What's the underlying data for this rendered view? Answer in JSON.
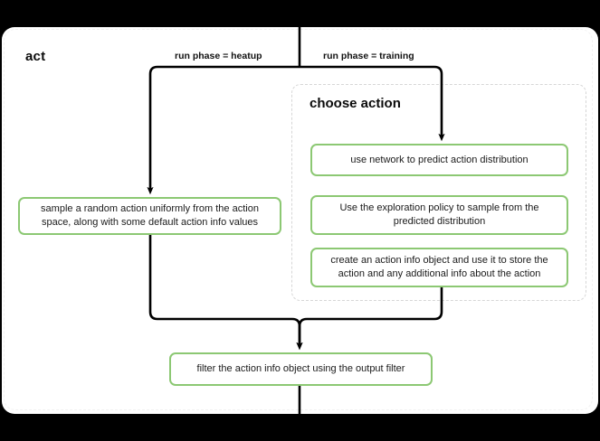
{
  "diagram": {
    "type": "flowchart",
    "direction": "top-to-bottom",
    "clusters": [
      {
        "id": "act",
        "label": "act"
      },
      {
        "id": "choose_action",
        "label": "choose action"
      }
    ],
    "nodes": [
      {
        "id": "sample_random",
        "label": "sample a random action uniformly from the action space, along with some default action info values",
        "shape": "rounded-rect",
        "border_color": "#8cc873",
        "fill": "#ffffff",
        "cluster": "act"
      },
      {
        "id": "use_network",
        "label": "use network to predict action distribution",
        "shape": "rounded-rect",
        "border_color": "#8cc873",
        "fill": "#ffffff",
        "cluster": "choose_action"
      },
      {
        "id": "exploration_policy",
        "label": "Use the exploration policy to sample from the predicted distribution",
        "shape": "rounded-rect",
        "border_color": "#8cc873",
        "fill": "#ffffff",
        "cluster": "choose_action"
      },
      {
        "id": "create_action_info",
        "label": "create an action info object and use it to store the action and any additional info about the action",
        "shape": "rounded-rect",
        "border_color": "#8cc873",
        "fill": "#ffffff",
        "cluster": "choose_action"
      },
      {
        "id": "filter_action_info",
        "label": "filter the action info object using the output filter",
        "shape": "rounded-rect",
        "border_color": "#8cc873",
        "fill": "#ffffff",
        "cluster": "act"
      }
    ],
    "edges": [
      {
        "id": "e-heatup",
        "from": "entry",
        "to": "sample_random",
        "label": "run phase = heatup",
        "arrow": true
      },
      {
        "id": "e-training",
        "from": "entry",
        "to": "use_network",
        "label": "run phase = training",
        "arrow": true
      },
      {
        "id": "e-left-merge",
        "from": "sample_random",
        "to": "filter_action_info",
        "label": "",
        "arrow": true
      },
      {
        "id": "e-right-merge",
        "from": "choose_action",
        "to": "filter_action_info",
        "label": "",
        "arrow": true
      },
      {
        "id": "e-exit",
        "from": "filter_action_info",
        "to": "exit",
        "label": "",
        "arrow": false
      }
    ],
    "colors": {
      "node_border": "#8cc873",
      "node_fill": "#ffffff",
      "edge": "#000000",
      "cluster_border": "#d6d6d6",
      "act_cluster_border": "#f2f2f2",
      "canvas": "#ffffff",
      "page_background": "#000000",
      "text": "#1a1a1a"
    }
  }
}
